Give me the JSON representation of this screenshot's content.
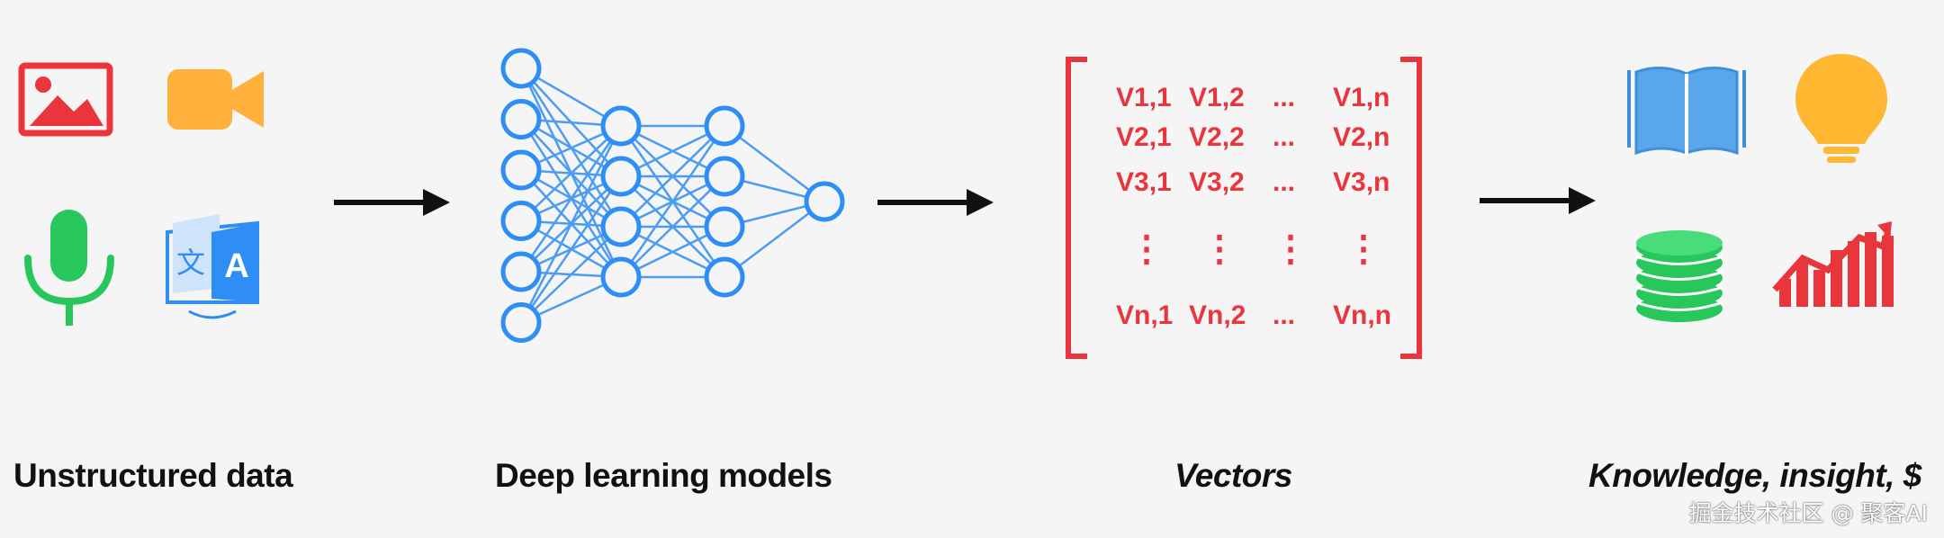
{
  "stages": [
    {
      "label": "Unstructured data",
      "style": "bold"
    },
    {
      "label": "Deep learning models",
      "style": "bold"
    },
    {
      "label": "Vectors",
      "style": "bold-italic"
    },
    {
      "label": "Knowledge, insight, $",
      "style": "bold-italic"
    }
  ],
  "icons": {
    "unstructured": [
      "image-icon",
      "video-camera-icon",
      "microphone-icon",
      "translate-icon"
    ],
    "outputs": [
      "book-icon",
      "lightbulb-icon",
      "database-icon",
      "growth-chart-icon"
    ]
  },
  "translate_glyphs": {
    "left": "文",
    "right": "A"
  },
  "network": {
    "layers": [
      6,
      4,
      4,
      1
    ]
  },
  "matrix": {
    "rows": [
      [
        "V1,1",
        "V1,2",
        "...",
        "V1,n"
      ],
      [
        "V2,1",
        "V2,2",
        "...",
        "V2,n"
      ],
      [
        "V3,1",
        "V3,2",
        "...",
        "V3,n"
      ],
      [
        "⋮",
        "⋮",
        "⋮",
        "⋮"
      ],
      [
        "Vn,1",
        "Vn,2",
        "...",
        "Vn,n"
      ]
    ]
  },
  "colors": {
    "red": "#e8363c",
    "orange": "#ffb13b",
    "green": "#27c75c",
    "blue": "#2f8ef4",
    "book_blue": "#5aa6ec",
    "bulb_yellow": "#ffb732",
    "text": "#111111"
  },
  "watermark": "掘金技术社区 @ 聚客AI"
}
